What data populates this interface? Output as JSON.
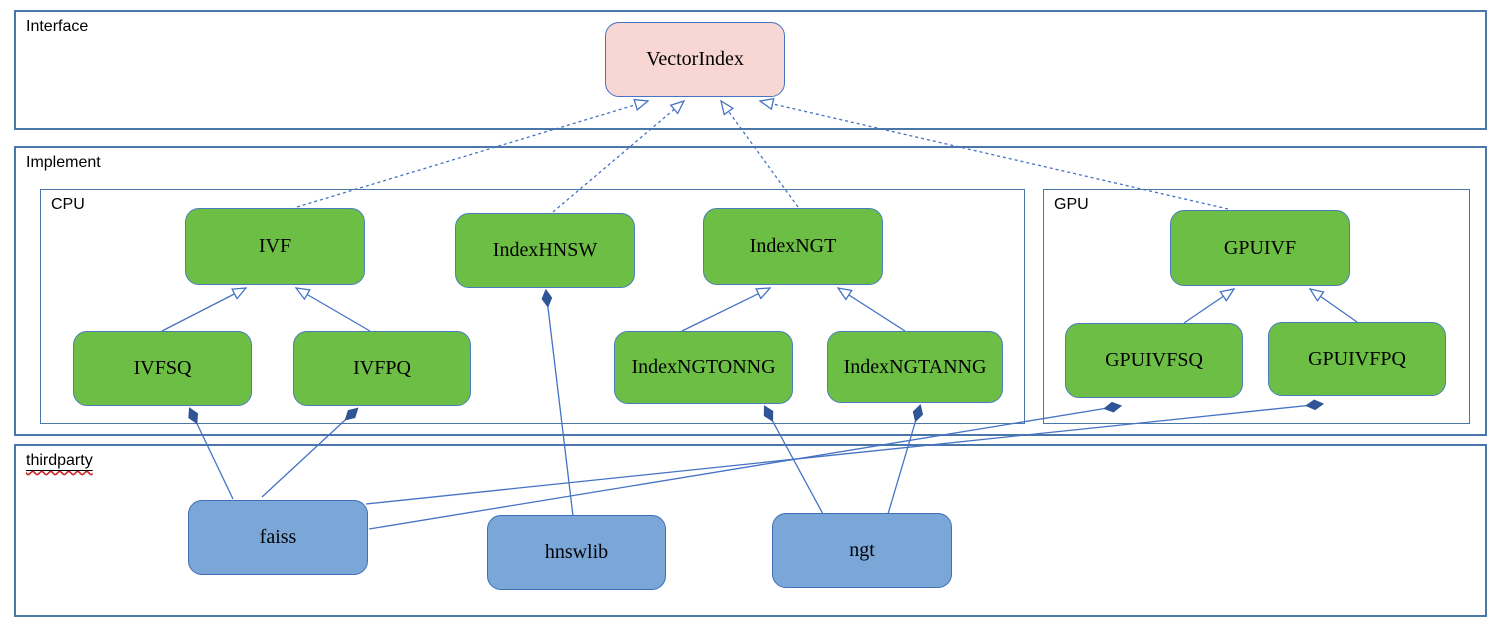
{
  "diagram": {
    "sections": {
      "interface": {
        "label": "Interface"
      },
      "implement": {
        "label": "Implement"
      },
      "cpu": {
        "label": "CPU"
      },
      "gpu": {
        "label": "GPU"
      },
      "thirdparty": {
        "label": "thirdparty"
      }
    },
    "nodes": {
      "vectorindex": {
        "label": "VectorIndex",
        "group": "interface"
      },
      "ivf": {
        "label": "IVF",
        "group": "cpu"
      },
      "indexhnsw": {
        "label": "IndexHNSW",
        "group": "cpu"
      },
      "indexngt": {
        "label": "IndexNGT",
        "group": "cpu"
      },
      "ivfsq": {
        "label": "IVFSQ",
        "group": "cpu"
      },
      "ivfpq": {
        "label": "IVFPQ",
        "group": "cpu"
      },
      "indexngtonng": {
        "label": "IndexNGTONNG",
        "group": "cpu"
      },
      "indexngtanng": {
        "label": "IndexNGTANNG",
        "group": "cpu"
      },
      "gpuivf": {
        "label": "GPUIVF",
        "group": "gpu"
      },
      "gpuivfsq": {
        "label": "GPUIVFSQ",
        "group": "gpu"
      },
      "gpuivfpq": {
        "label": "GPUIVFPQ",
        "group": "gpu"
      },
      "faiss": {
        "label": "faiss",
        "group": "thirdparty"
      },
      "hnswlib": {
        "label": "hnswlib",
        "group": "thirdparty"
      },
      "ngt": {
        "label": "ngt",
        "group": "thirdparty"
      }
    },
    "relationships": [
      {
        "from": "IVF",
        "to": "VectorIndex",
        "type": "realization"
      },
      {
        "from": "IndexHNSW",
        "to": "VectorIndex",
        "type": "realization"
      },
      {
        "from": "IndexNGT",
        "to": "VectorIndex",
        "type": "realization"
      },
      {
        "from": "GPUIVF",
        "to": "VectorIndex",
        "type": "realization"
      },
      {
        "from": "IVFSQ",
        "to": "IVF",
        "type": "generalization"
      },
      {
        "from": "IVFPQ",
        "to": "IVF",
        "type": "generalization"
      },
      {
        "from": "IndexNGTONNG",
        "to": "IndexNGT",
        "type": "generalization"
      },
      {
        "from": "IndexNGTANNG",
        "to": "IndexNGT",
        "type": "generalization"
      },
      {
        "from": "GPUIVFSQ",
        "to": "GPUIVF",
        "type": "generalization"
      },
      {
        "from": "GPUIVFPQ",
        "to": "GPUIVF",
        "type": "generalization"
      },
      {
        "from": "IndexHNSW",
        "to": "hnswlib",
        "type": "composition"
      },
      {
        "from": "IVFSQ",
        "to": "faiss",
        "type": "composition"
      },
      {
        "from": "IVFPQ",
        "to": "faiss",
        "type": "composition"
      },
      {
        "from": "IndexNGTONNG",
        "to": "ngt",
        "type": "composition"
      },
      {
        "from": "IndexNGTANNG",
        "to": "ngt",
        "type": "composition"
      },
      {
        "from": "GPUIVFSQ",
        "to": "faiss",
        "type": "composition"
      },
      {
        "from": "GPUIVFPQ",
        "to": "faiss",
        "type": "composition"
      }
    ],
    "colors": {
      "interface_node_fill": "#f8d6d4",
      "implement_node_fill": "#6cbe45",
      "thirdparty_node_fill": "#7aa6d8",
      "node_border": "#4472c4",
      "section_border": "#4a76a8",
      "connector": "#4472c4",
      "composition_diamond": "#2f5597",
      "spellcheck_squiggle": "#cc2222"
    }
  }
}
